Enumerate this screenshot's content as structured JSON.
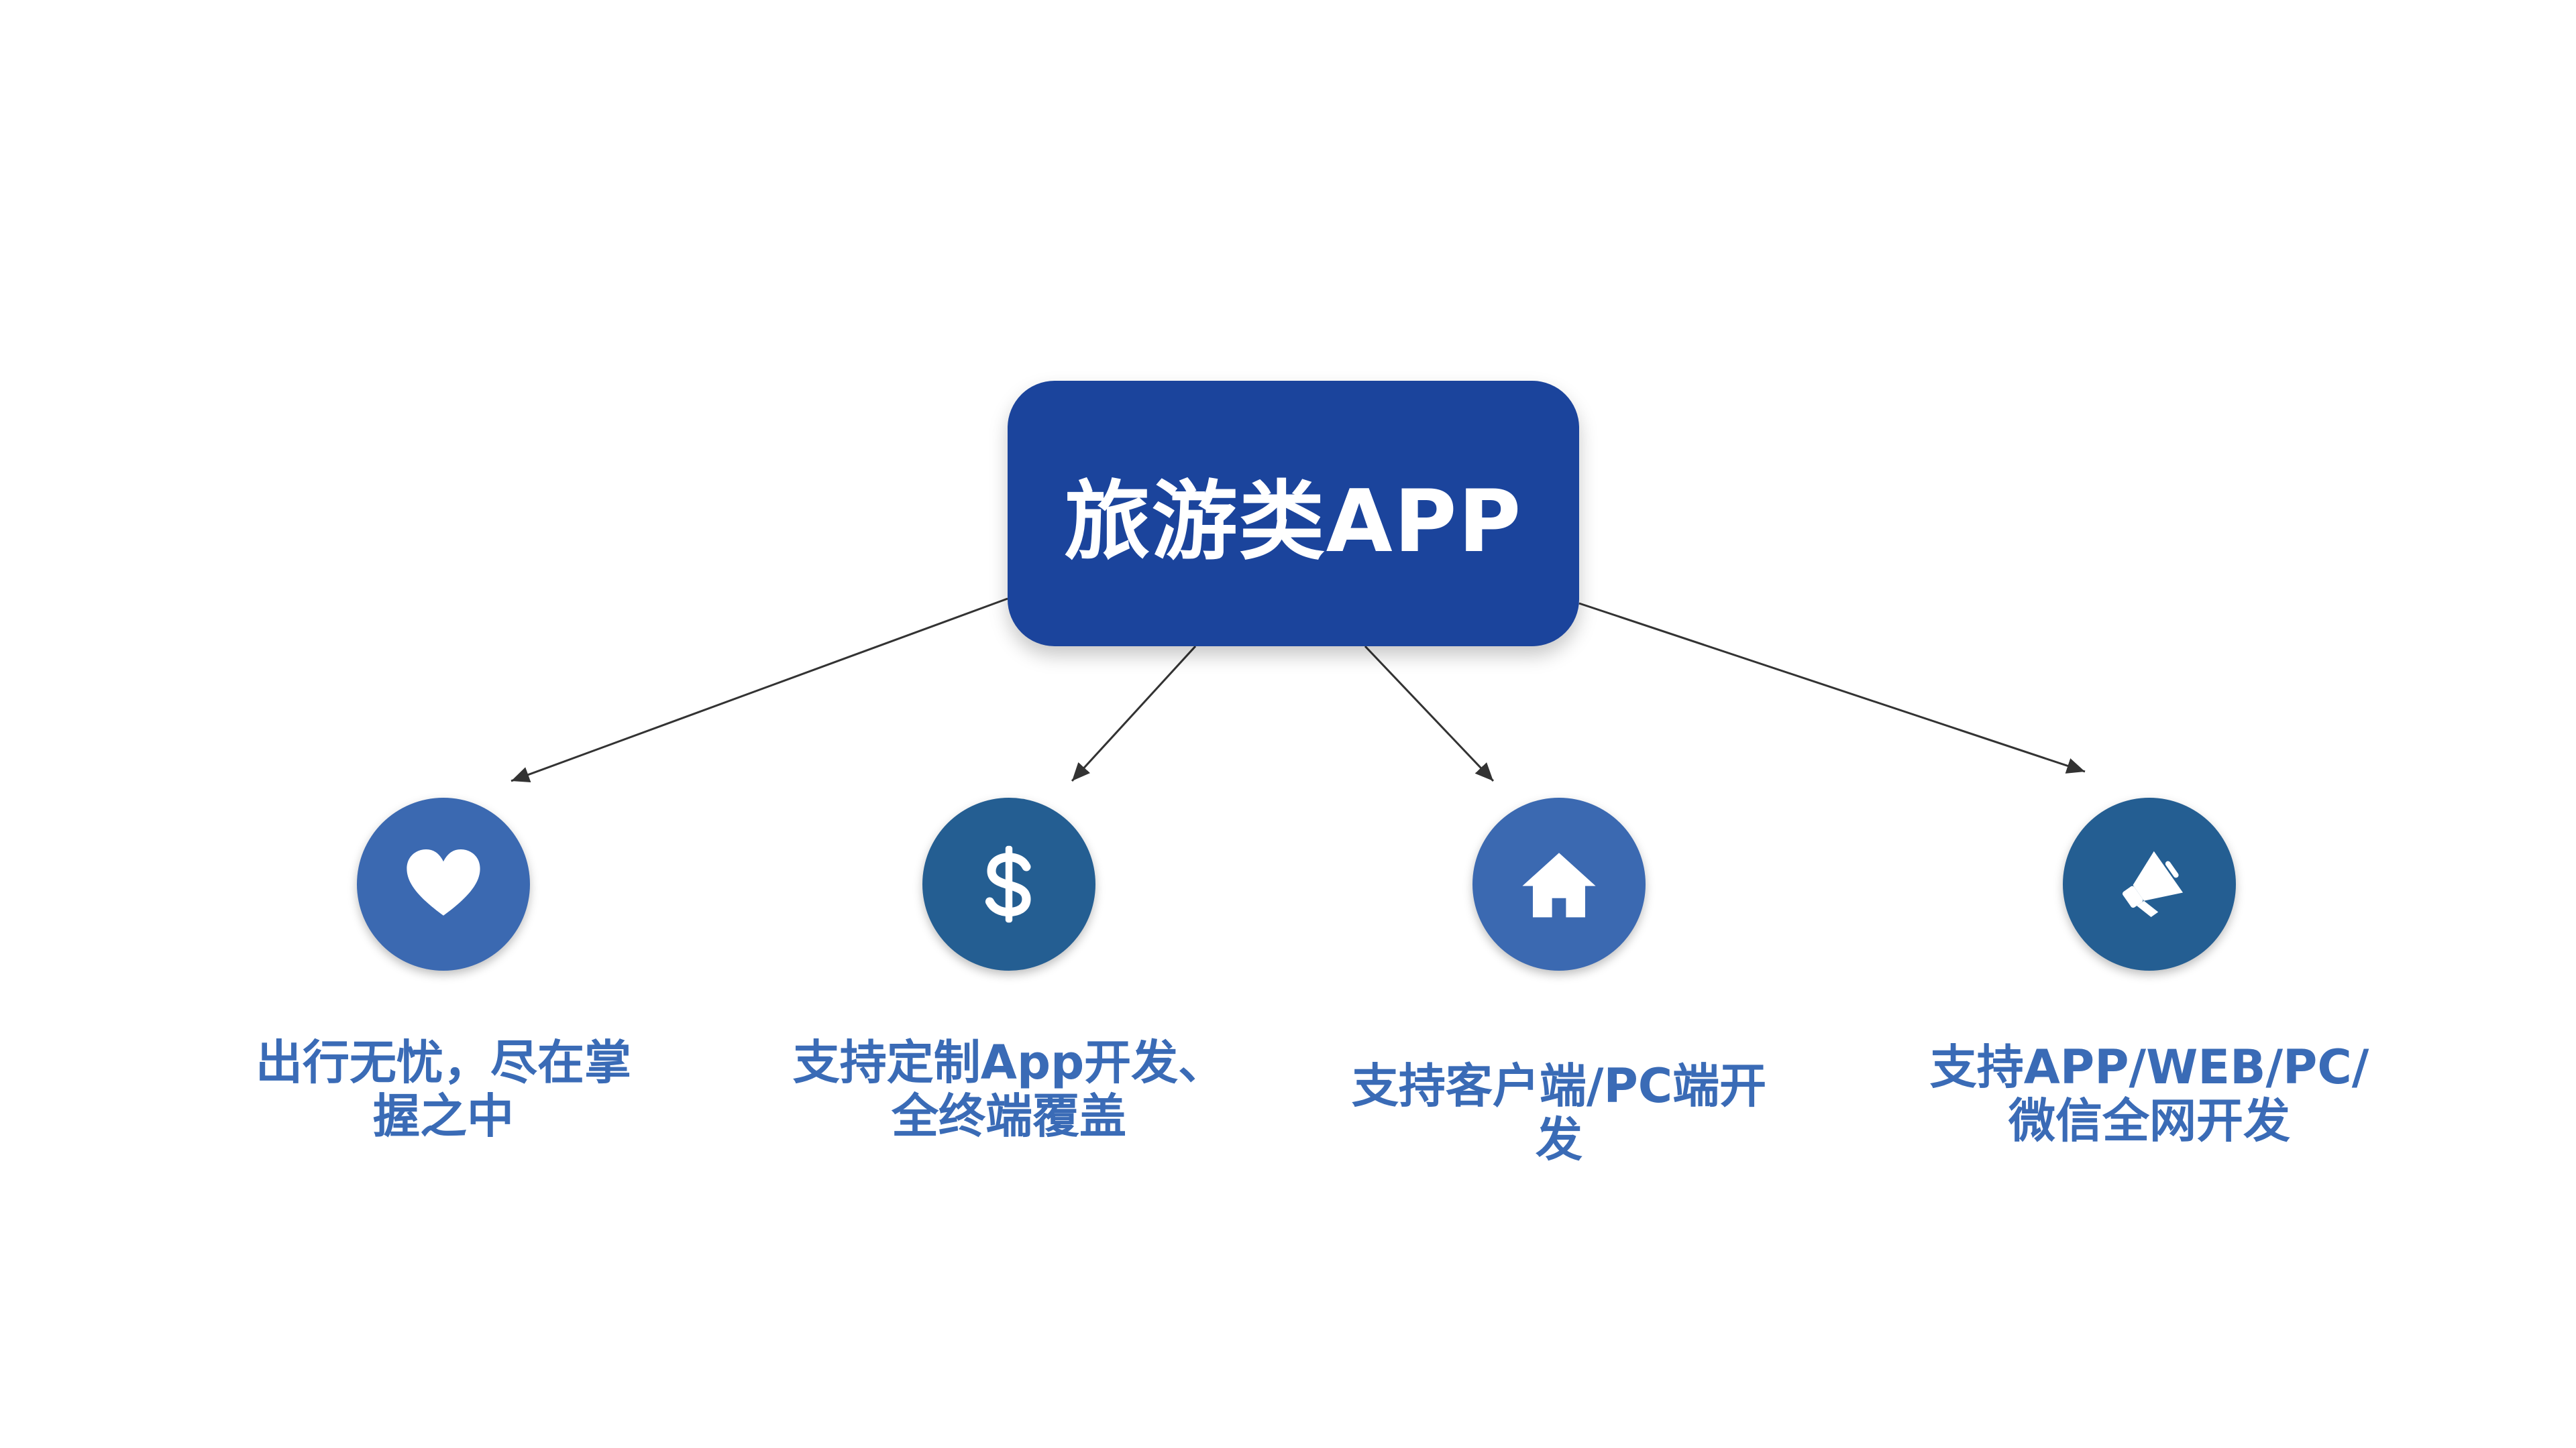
{
  "title": "旅游类APP",
  "colors": {
    "title_box": "#1b449c",
    "label_text": "#3a6bb6",
    "connector": "#333333"
  },
  "nodes": [
    {
      "icon": "heart-icon",
      "color": "#3b69b1",
      "label": "出行无忧，尽在掌\n握之中"
    },
    {
      "icon": "dollar-icon",
      "color": "#245e92",
      "label": "支持定制App开发、\n全终端覆盖"
    },
    {
      "icon": "home-icon",
      "color": "#3b69b1",
      "label": "支持客户端/PC端开\n发"
    },
    {
      "icon": "megaphone-icon",
      "color": "#245e92",
      "label": "支持APP/WEB/PC/\n微信全网开发"
    }
  ]
}
